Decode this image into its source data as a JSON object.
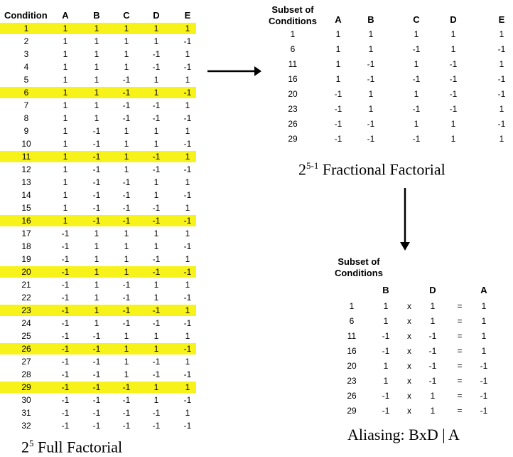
{
  "full": {
    "headers": [
      "Condition",
      "A",
      "B",
      "C",
      "D",
      "E"
    ],
    "rows": [
      [
        "1",
        "1",
        "1",
        "1",
        "1",
        "1"
      ],
      [
        "2",
        "1",
        "1",
        "1",
        "1",
        "-1"
      ],
      [
        "3",
        "1",
        "1",
        "1",
        "-1",
        "1"
      ],
      [
        "4",
        "1",
        "1",
        "1",
        "-1",
        "-1"
      ],
      [
        "5",
        "1",
        "1",
        "-1",
        "1",
        "1"
      ],
      [
        "6",
        "1",
        "1",
        "-1",
        "1",
        "-1"
      ],
      [
        "7",
        "1",
        "1",
        "-1",
        "-1",
        "1"
      ],
      [
        "8",
        "1",
        "1",
        "-1",
        "-1",
        "-1"
      ],
      [
        "9",
        "1",
        "-1",
        "1",
        "1",
        "1"
      ],
      [
        "10",
        "1",
        "-1",
        "1",
        "1",
        "-1"
      ],
      [
        "11",
        "1",
        "-1",
        "1",
        "-1",
        "1"
      ],
      [
        "12",
        "1",
        "-1",
        "1",
        "-1",
        "-1"
      ],
      [
        "13",
        "1",
        "-1",
        "-1",
        "1",
        "1"
      ],
      [
        "14",
        "1",
        "-1",
        "-1",
        "1",
        "-1"
      ],
      [
        "15",
        "1",
        "-1",
        "-1",
        "-1",
        "1"
      ],
      [
        "16",
        "1",
        "-1",
        "-1",
        "-1",
        "-1"
      ],
      [
        "17",
        "-1",
        "1",
        "1",
        "1",
        "1"
      ],
      [
        "18",
        "-1",
        "1",
        "1",
        "1",
        "-1"
      ],
      [
        "19",
        "-1",
        "1",
        "1",
        "-1",
        "1"
      ],
      [
        "20",
        "-1",
        "1",
        "1",
        "-1",
        "-1"
      ],
      [
        "21",
        "-1",
        "1",
        "-1",
        "1",
        "1"
      ],
      [
        "22",
        "-1",
        "1",
        "-1",
        "1",
        "-1"
      ],
      [
        "23",
        "-1",
        "1",
        "-1",
        "-1",
        "1"
      ],
      [
        "24",
        "-1",
        "1",
        "-1",
        "-1",
        "-1"
      ],
      [
        "25",
        "-1",
        "-1",
        "1",
        "1",
        "1"
      ],
      [
        "26",
        "-1",
        "-1",
        "1",
        "1",
        "-1"
      ],
      [
        "27",
        "-1",
        "-1",
        "1",
        "-1",
        "1"
      ],
      [
        "28",
        "-1",
        "-1",
        "1",
        "-1",
        "-1"
      ],
      [
        "29",
        "-1",
        "-1",
        "-1",
        "1",
        "1"
      ],
      [
        "30",
        "-1",
        "-1",
        "-1",
        "1",
        "-1"
      ],
      [
        "31",
        "-1",
        "-1",
        "-1",
        "-1",
        "1"
      ],
      [
        "32",
        "-1",
        "-1",
        "-1",
        "-1",
        "-1"
      ]
    ],
    "highlighted": [
      "1",
      "6",
      "11",
      "16",
      "20",
      "23",
      "26",
      "29"
    ],
    "caption_base": "2",
    "caption_exp": "5",
    "caption_text": " Full Factorial"
  },
  "fractional": {
    "header_line1": "Subset of",
    "header_line2": "Conditions",
    "headers": [
      "A",
      "B",
      "C",
      "D",
      "E"
    ],
    "rows": [
      [
        "1",
        "1",
        "1",
        "1",
        "1",
        "1"
      ],
      [
        "6",
        "1",
        "1",
        "-1",
        "1",
        "-1"
      ],
      [
        "11",
        "1",
        "-1",
        "1",
        "-1",
        "1"
      ],
      [
        "16",
        "1",
        "-1",
        "-1",
        "-1",
        "-1"
      ],
      [
        "20",
        "-1",
        "1",
        "1",
        "-1",
        "-1"
      ],
      [
        "23",
        "-1",
        "1",
        "-1",
        "-1",
        "1"
      ],
      [
        "26",
        "-1",
        "-1",
        "1",
        "1",
        "-1"
      ],
      [
        "29",
        "-1",
        "-1",
        "-1",
        "1",
        "1"
      ]
    ],
    "caption_base": "2",
    "caption_exp": "5-1",
    "caption_text": " Fractional Factorial"
  },
  "aliasing": {
    "header_line1": "Subset of",
    "header_line2": "Conditions",
    "col_b": "B",
    "col_d": "D",
    "col_a": "A",
    "times": "x",
    "equals": "=",
    "rows": [
      [
        "1",
        "1",
        "1",
        "1"
      ],
      [
        "6",
        "1",
        "1",
        "1"
      ],
      [
        "11",
        "-1",
        "-1",
        "1"
      ],
      [
        "16",
        "-1",
        "-1",
        "1"
      ],
      [
        "20",
        "1",
        "-1",
        "-1"
      ],
      [
        "23",
        "1",
        "-1",
        "-1"
      ],
      [
        "26",
        "-1",
        "1",
        "-1"
      ],
      [
        "29",
        "-1",
        "1",
        "-1"
      ]
    ],
    "caption": "Aliasing: BxD | A"
  },
  "colors": {
    "highlight": "#f6f21a",
    "text": "#000000"
  }
}
